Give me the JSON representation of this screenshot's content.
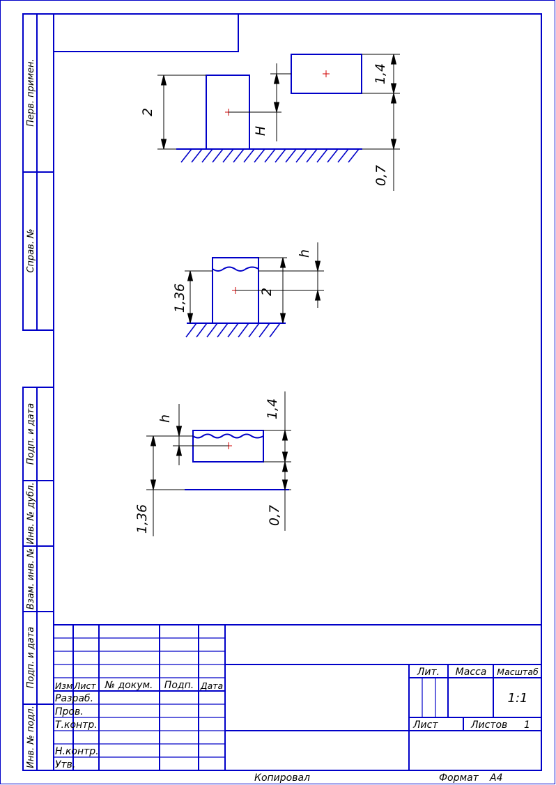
{
  "sidebar": {
    "perv_primen": "Перв. примен.",
    "sprav_no": "Справ. №",
    "podp_data_1": "Подп. и дата",
    "inv_dubl": "Инв. № дубл.",
    "vzam_inv": "Взам. инв. №",
    "podp_data_2": "Подп. и дата",
    "inv_podl": "Инв. № подл."
  },
  "drawing1": {
    "dim_2": "2",
    "dim_14": "1,4",
    "dim_H": "H",
    "dim_07": "0,7"
  },
  "drawing2": {
    "dim_136": "1,36",
    "dim_2": "2",
    "dim_h": "h"
  },
  "drawing3": {
    "dim_h": "h",
    "dim_14": "1,4",
    "dim_136": "1,36",
    "dim_07": "0,7"
  },
  "title_block": {
    "izm": "Изм",
    "list_col": "Лист",
    "no_dokum": "№ докум.",
    "podp": "Подп.",
    "data": "Дата",
    "razrab": "Разраб.",
    "prov": "Пров.",
    "t_kontr": "Т.контр.",
    "n_kontr": "Н.контр.",
    "utv": "Утв.",
    "lit": "Лит.",
    "massa": "Масса",
    "masshtab": "Масштаб",
    "scale_value": "1:1",
    "list_label": "Лист",
    "listov_label": "Листов",
    "listov_value": "1"
  },
  "footer": {
    "kopiroval": "Копировал",
    "format_label": "Формат",
    "format_value": "A4"
  }
}
